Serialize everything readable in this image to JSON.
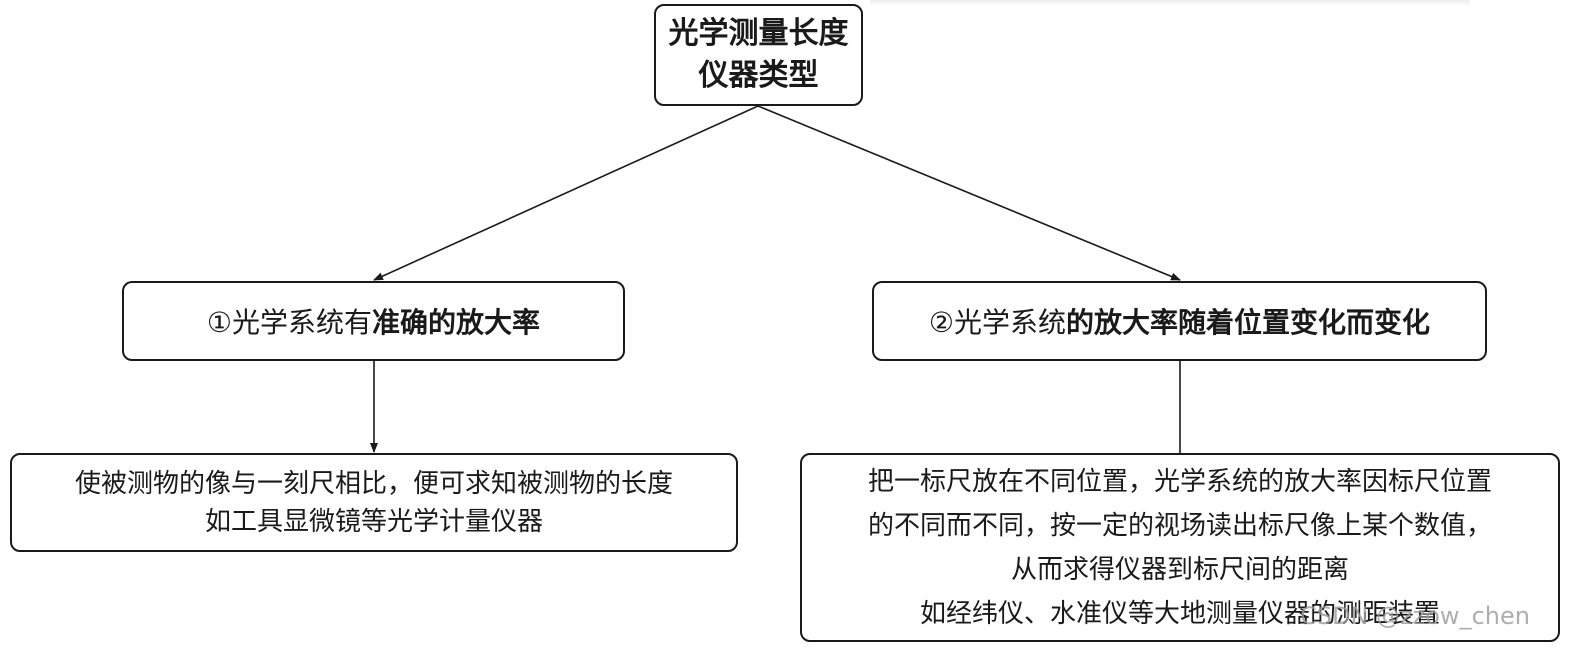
{
  "root": {
    "line1": "光学测量长度",
    "line2": "仪器类型"
  },
  "branches": [
    {
      "marker": "①",
      "plain": "光学系统有",
      "bold": "准确的放大率"
    },
    {
      "marker": "②",
      "plain": "光学系统",
      "bold": "的放大率随着位置变化而变化"
    }
  ],
  "leaves": [
    {
      "lines": [
        "使被测物的像与一刻尺相比，便可求知被测物的长度",
        "如工具显微镜等光学计量仪器"
      ]
    },
    {
      "lines": [
        "把一标尺放在不同位置，光学系统的放大率因标尺位置",
        "的不同而不同，按一定的视场读出标尺像上某个数值，",
        "从而求得仪器到标尺间的距离",
        "如经纬仪、水准仪等大地测量仪器的测距装置"
      ]
    }
  ],
  "watermark": "CSDN @zzow_chen",
  "colors": {
    "line": "#1a1a1a",
    "border": "#1a1a1a",
    "background": "#ffffff"
  }
}
